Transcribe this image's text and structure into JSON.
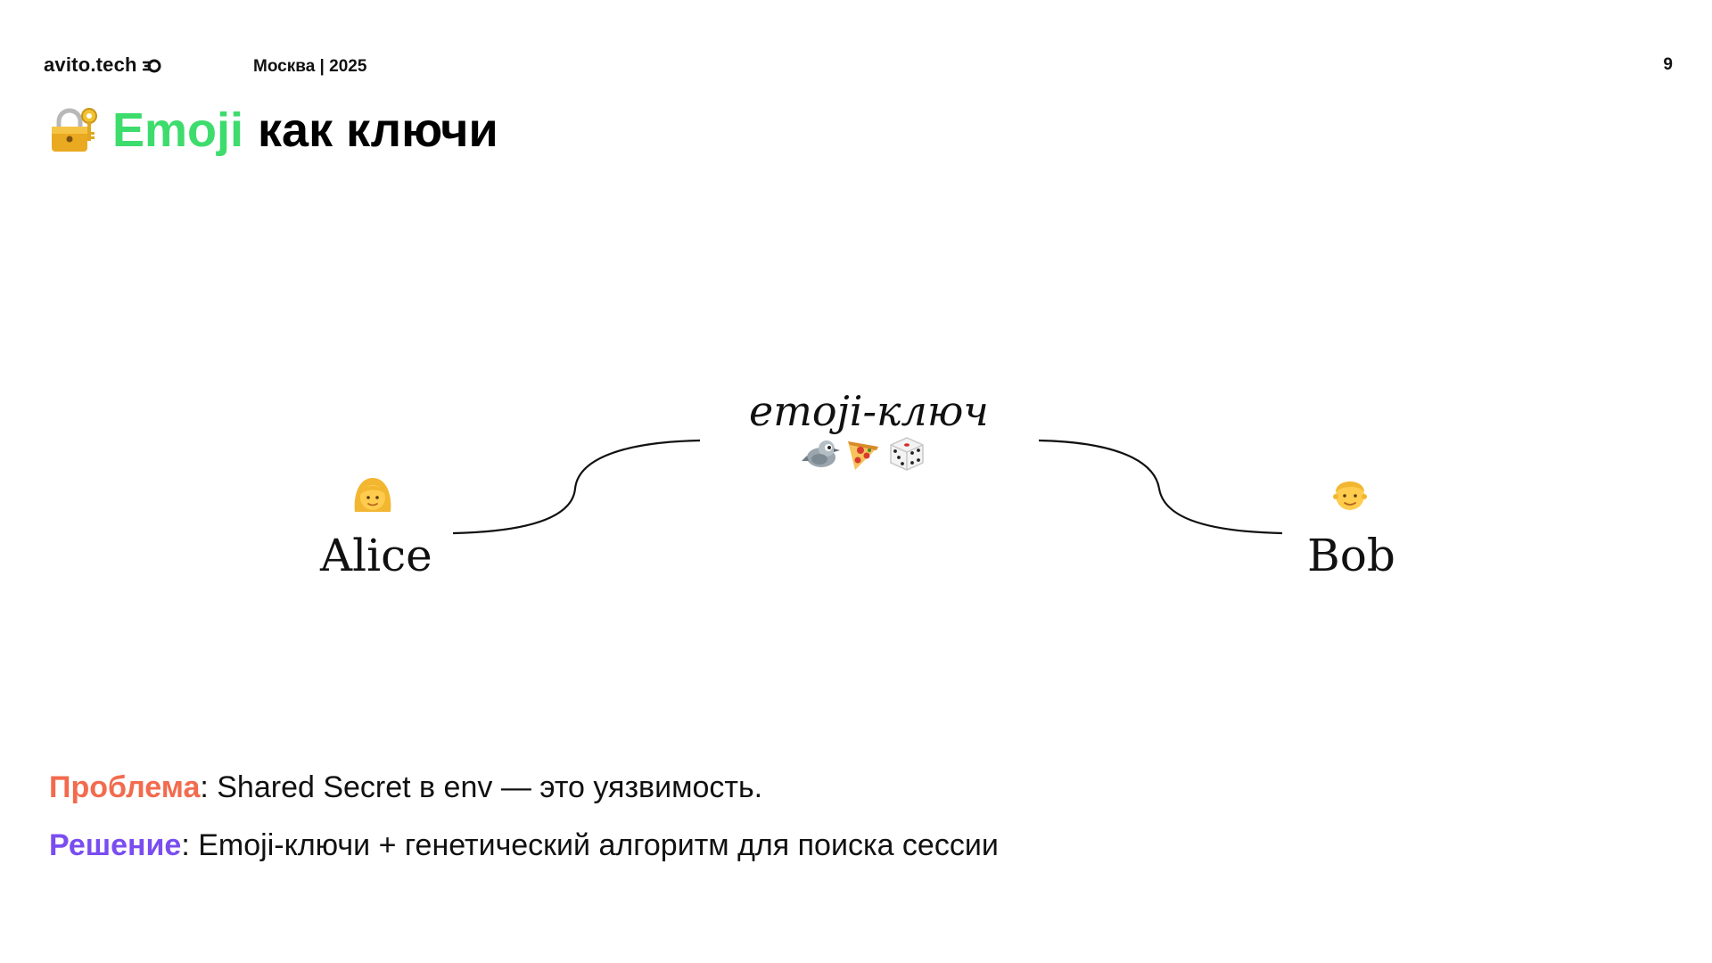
{
  "header": {
    "brand": "avito.tech",
    "event": "Москва | 2025",
    "page_number": "9"
  },
  "title": {
    "accent": "Emoji",
    "rest": "как ключи",
    "icon": "locked-with-key-icon"
  },
  "diagram": {
    "left_node": {
      "label": "Alice",
      "icon": "woman-blond-icon"
    },
    "right_node": {
      "label": "Bob",
      "icon": "man-blond-icon"
    },
    "key": {
      "label": "emoji-ключ",
      "emoji": [
        "bird-icon",
        "pizza-icon",
        "die-icon"
      ]
    }
  },
  "notes": {
    "problem_word": "Проблема",
    "problem_text": ": Shared Secret в env — это уязвимость.",
    "solution_word": "Решение",
    "solution_text": ": Emoji-ключи + генетический алгоритм для поиска сессии"
  },
  "colors": {
    "accent_green": "#3ddc6c",
    "problem_red": "#f26b4e",
    "solution_purple": "#7a4df0"
  }
}
